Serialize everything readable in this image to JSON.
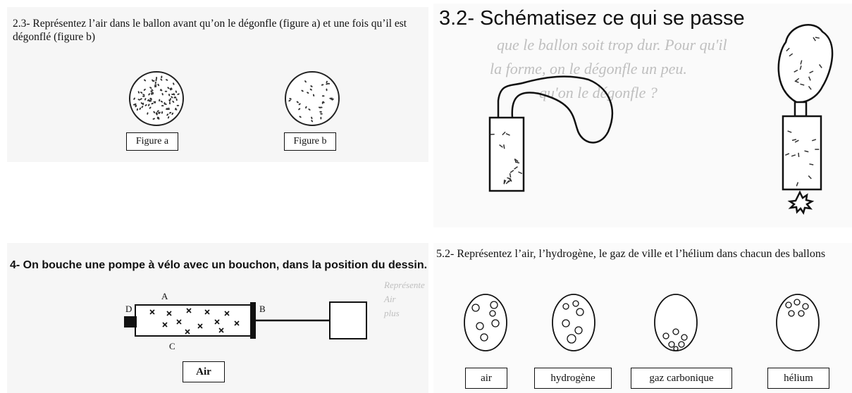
{
  "panel_23": {
    "question": "2.3- Représentez l’air dans le ballon avant qu’on le dégonfle (figure a) et une fois qu’il est dégonflé (figure b)",
    "figure_a": "Figure a",
    "figure_b": "Figure b"
  },
  "panel_32": {
    "question": "3.2- Schématisez ce qui se passe",
    "background_text": [
      "que le ballon soit trop dur. Pour qu'il",
      "la forme, on le dégonfle un peu.",
      "qu'on le dégonfle ?"
    ]
  },
  "panel_4": {
    "question": "4- On bouche une pompe à vélo avec un bouchon, dans la position du dessin.",
    "letter_a": "A",
    "letter_b": "B",
    "letter_c": "C",
    "letter_d": "D",
    "air_label": "Air",
    "side_text": [
      "Représente",
      "Air",
      "plus"
    ]
  },
  "panel_52": {
    "question": "5.2- Représentez l’air, l’hydrogène, le gaz de ville et l’hélium dans chacun des ballons",
    "labels": [
      "air",
      "hydrogène",
      "gaz carbonique",
      "hélium"
    ]
  }
}
